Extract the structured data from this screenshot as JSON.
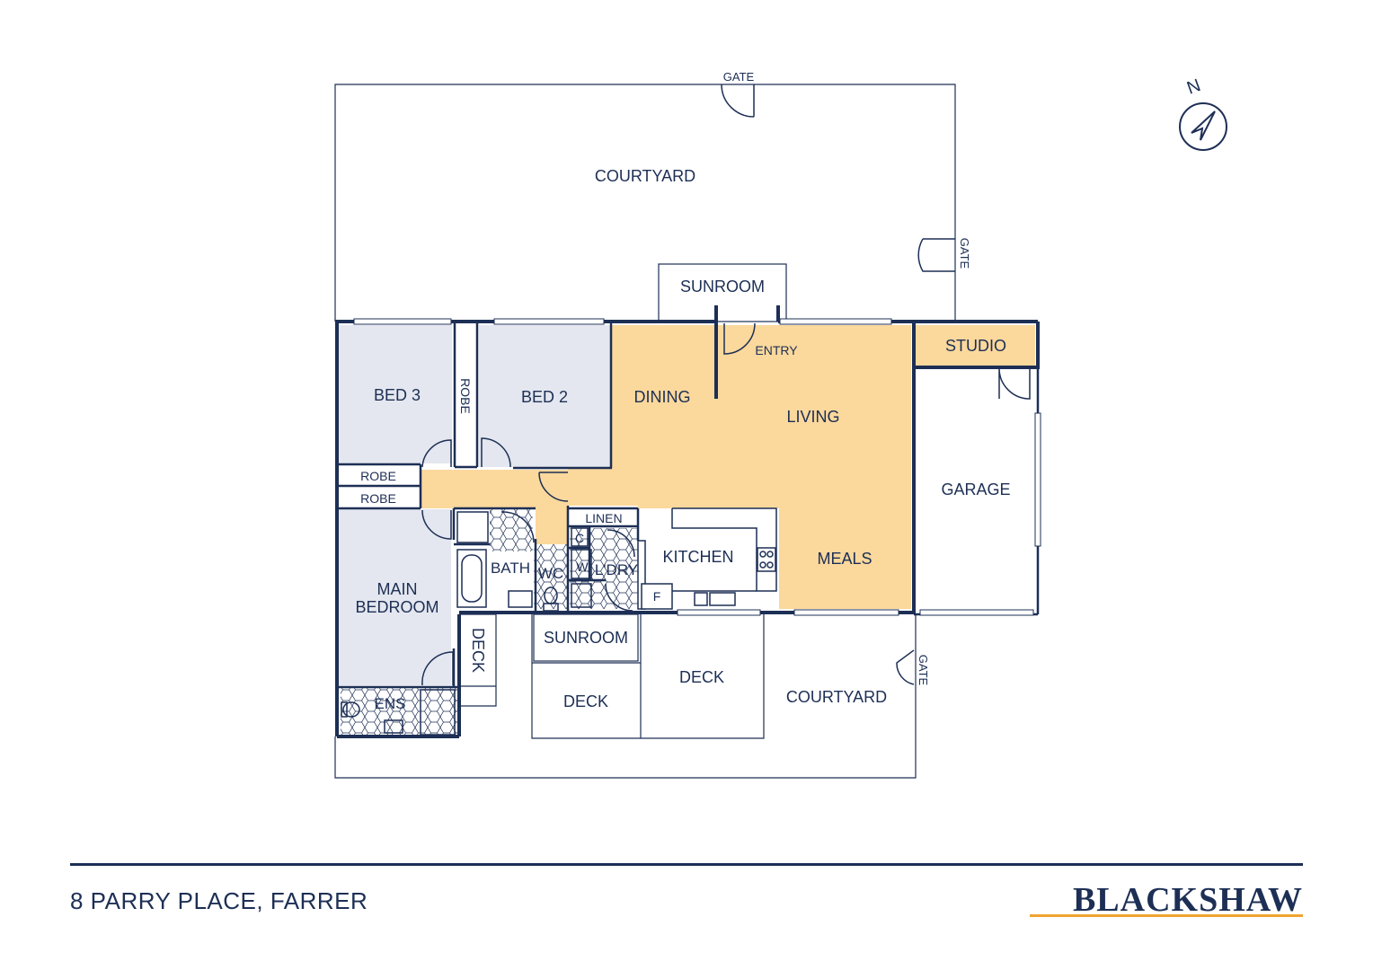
{
  "compass": {
    "label": "N",
    "icon": "north-arrow-icon"
  },
  "rooms": {
    "courtyard_top": "COURTYARD",
    "courtyard_bottom": "COURTYARD",
    "gate_top": "GATE",
    "gate_right": "GATE",
    "gate_bottom": "GATE",
    "sunroom_top": "SUNROOM",
    "sunroom_bottom": "SUNROOM",
    "entry": "ENTRY",
    "studio": "STUDIO",
    "bed3": "BED 3",
    "bed2": "BED 2",
    "robe_vertical": "ROBE",
    "robe_1": "ROBE",
    "robe_2": "ROBE",
    "dining": "DINING",
    "living": "LIVING",
    "garage": "GARAGE",
    "linen": "LINEN",
    "c": "C",
    "w": "W",
    "bath": "BATH",
    "wc": "WC",
    "laundry": "L'DRY",
    "kitchen": "KITCHEN",
    "fridge": "F",
    "meals": "MEALS",
    "main_bedroom_1": "MAIN",
    "main_bedroom_2": "BEDROOM",
    "deck_vertical": "DECK",
    "deck_1": "DECK",
    "deck_2": "DECK",
    "ensuite": "ENS"
  },
  "colors": {
    "wall": "#1d2f55",
    "living_fill": "#fbd89c",
    "bedroom_fill": "#e4e7ef",
    "accent": "#f0a431"
  },
  "footer": {
    "address": "8 PARRY PLACE, FARRER",
    "brand": "BLACKSHAW"
  }
}
